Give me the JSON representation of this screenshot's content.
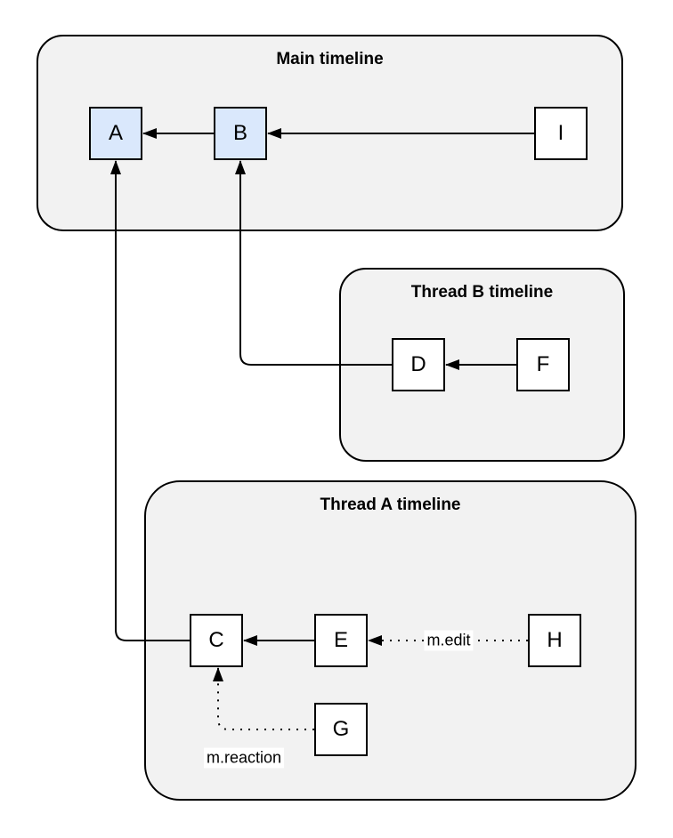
{
  "diagram": {
    "containers": [
      {
        "id": "main",
        "title": "Main timeline"
      },
      {
        "id": "thread-b",
        "title": "Thread B timeline"
      },
      {
        "id": "thread-a",
        "title": "Thread A timeline"
      }
    ],
    "nodes": [
      {
        "id": "A",
        "label": "A",
        "container": "main",
        "highlighted": true
      },
      {
        "id": "B",
        "label": "B",
        "container": "main",
        "highlighted": true
      },
      {
        "id": "I",
        "label": "I",
        "container": "main",
        "highlighted": false
      },
      {
        "id": "D",
        "label": "D",
        "container": "thread-b",
        "highlighted": false
      },
      {
        "id": "F",
        "label": "F",
        "container": "thread-b",
        "highlighted": false
      },
      {
        "id": "C",
        "label": "C",
        "container": "thread-a",
        "highlighted": false
      },
      {
        "id": "E",
        "label": "E",
        "container": "thread-a",
        "highlighted": false
      },
      {
        "id": "H",
        "label": "H",
        "container": "thread-a",
        "highlighted": false
      },
      {
        "id": "G",
        "label": "G",
        "container": "thread-a",
        "highlighted": false
      }
    ],
    "edges": [
      {
        "from": "B",
        "to": "A",
        "style": "solid",
        "label": ""
      },
      {
        "from": "I",
        "to": "B",
        "style": "solid",
        "label": ""
      },
      {
        "from": "D",
        "to": "B",
        "style": "solid",
        "label": ""
      },
      {
        "from": "F",
        "to": "D",
        "style": "solid",
        "label": ""
      },
      {
        "from": "E",
        "to": "C",
        "style": "solid",
        "label": ""
      },
      {
        "from": "C",
        "to": "A",
        "style": "solid",
        "label": ""
      },
      {
        "from": "H",
        "to": "E",
        "style": "dotted",
        "label": "m.edit"
      },
      {
        "from": "G",
        "to": "C",
        "style": "dotted",
        "label": "m.reaction"
      }
    ],
    "colors": {
      "container_fill": "#f2f2f2",
      "node_fill": "#ffffff",
      "highlight_fill": "#dae8fc",
      "stroke": "#000000",
      "label_background": "#ffffff"
    }
  }
}
